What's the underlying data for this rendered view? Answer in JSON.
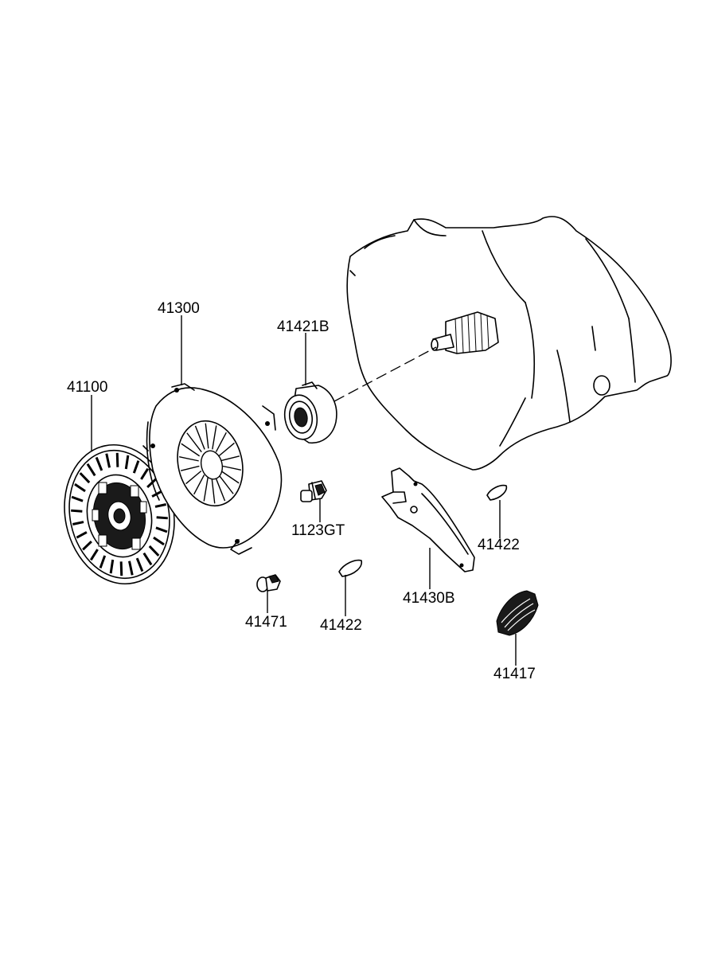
{
  "parts": [
    {
      "id": "clutch-disc",
      "number": "41100"
    },
    {
      "id": "pressure-plate",
      "number": "41300"
    },
    {
      "id": "release-bearing",
      "number": "41421B"
    },
    {
      "id": "pivot-bolt",
      "number": "1123GT"
    },
    {
      "id": "clip-right",
      "number": "41422"
    },
    {
      "id": "clip-center",
      "number": "41422"
    },
    {
      "id": "release-fork",
      "number": "41430B"
    },
    {
      "id": "ball-stud",
      "number": "41471"
    },
    {
      "id": "boot",
      "number": "41417"
    }
  ]
}
